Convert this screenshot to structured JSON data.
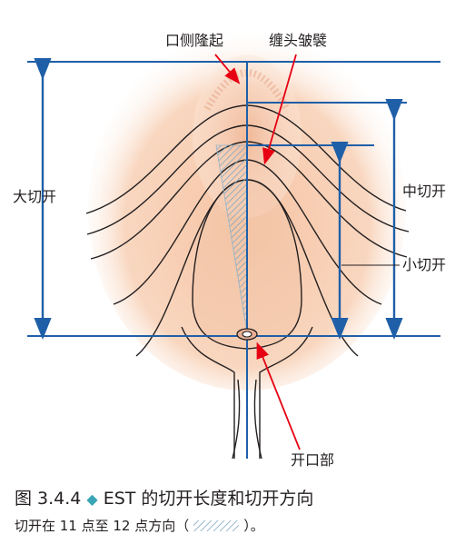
{
  "labels": {
    "papilla": "口侧隆起",
    "fold": "缠头皱襞",
    "large": "大切开",
    "medium": "中切开",
    "small": "小切开",
    "orifice": "开口部"
  },
  "caption": {
    "number": "图 3.4.4",
    "title": "EST 的切开长度和切开方向"
  },
  "note": {
    "before": "切开在 11 点至 12 点方向（",
    "after": "）。"
  },
  "colors": {
    "line_blue": "#1f5fa8",
    "arrow_red": "#e60012",
    "mucosa": "#f4c3a3",
    "hatch": "#8fb3c9",
    "accent_diamond": "#3aa6b5"
  }
}
